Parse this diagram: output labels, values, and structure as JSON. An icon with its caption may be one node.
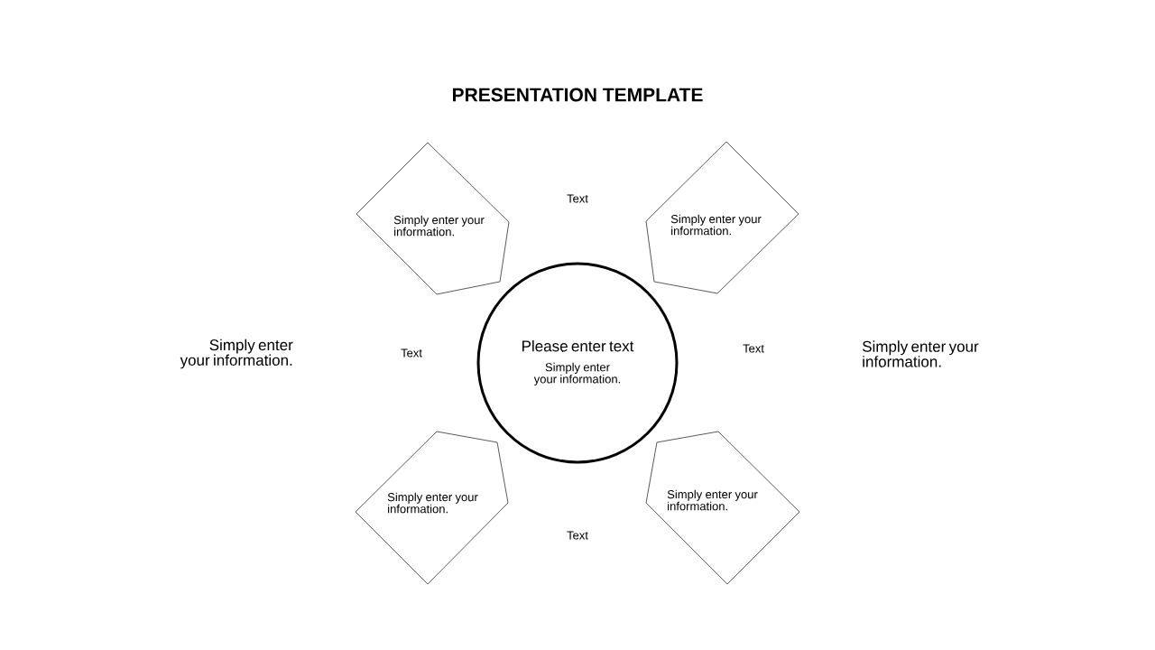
{
  "diagram": {
    "title": "PRESENTATION TEMPLATE",
    "nodes": [
      {
        "text": [
          "Simply enter your information."
        ]
      },
      {
        "text": [
          "Simply enter your information."
        ]
      },
      {
        "text": [
          "Please enter text",
          "Simply enter your information."
        ]
      },
      {
        "text": [
          "Simply enter your information."
        ]
      },
      {
        "text": [
          "Simply enter your information."
        ]
      }
    ],
    "labels": [
      "Text",
      "Simply enter your information.",
      "Text",
      "Text",
      "Simply enter your information.",
      "Text"
    ]
  }
}
